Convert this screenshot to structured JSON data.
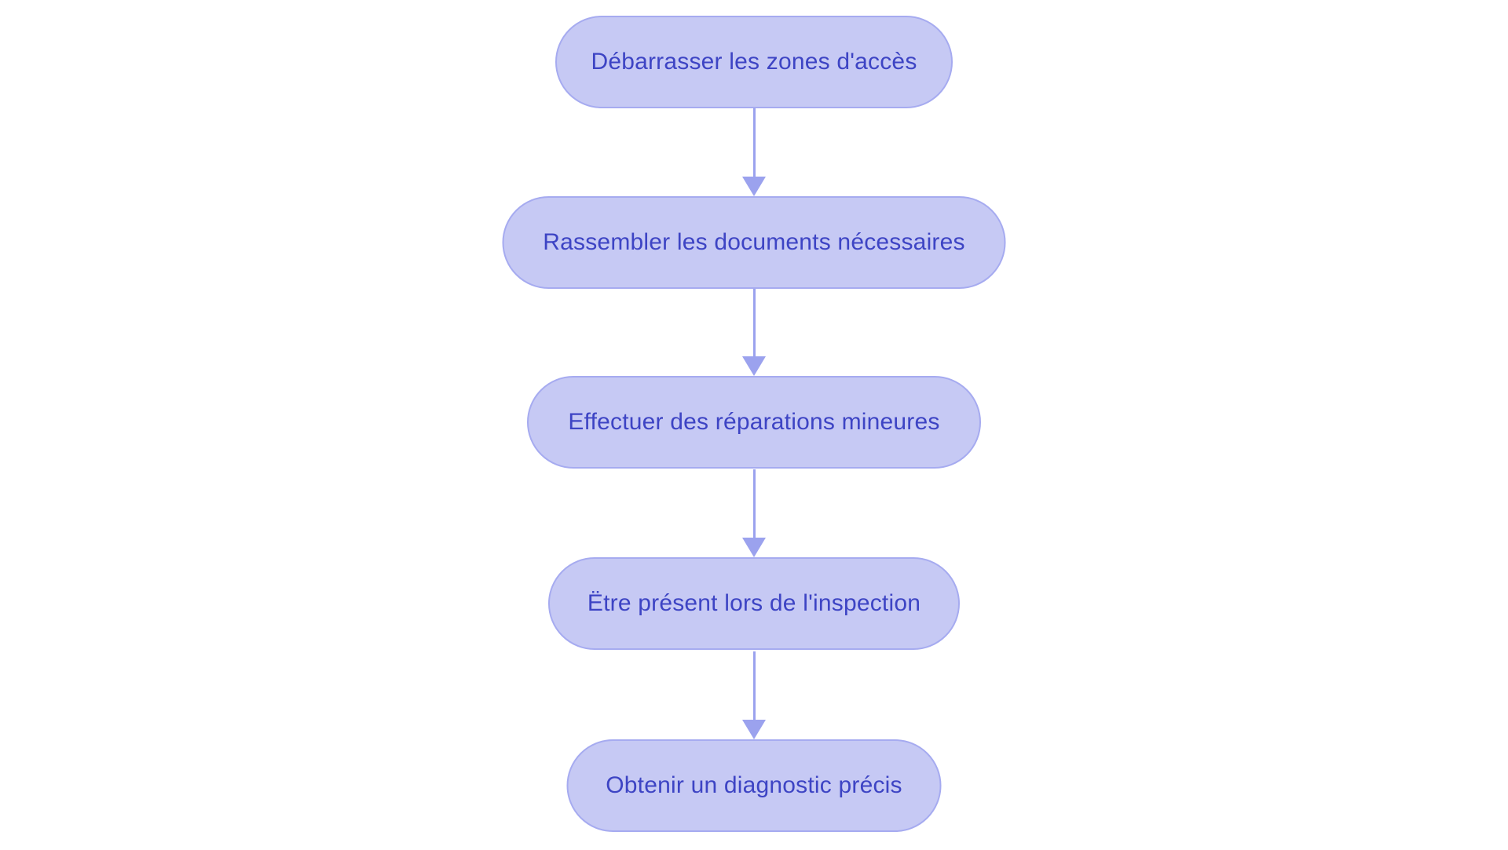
{
  "flowchart": {
    "type": "flowchart",
    "direction": "top-down",
    "background_color": "#ffffff",
    "node_fill_color": "#c6c9f4",
    "node_border_color": "#a6abf0",
    "node_text_color": "#3d44c4",
    "arrow_color": "#9ba2ee",
    "nodes": [
      {
        "id": 1,
        "label": "Débarrasser les zones d'accès"
      },
      {
        "id": 2,
        "label": "Rassembler les documents nécessaires"
      },
      {
        "id": 3,
        "label": "Effectuer des réparations mineures"
      },
      {
        "id": 4,
        "label": "Ëtre présent lors de l'inspection"
      },
      {
        "id": 5,
        "label": "Obtenir un diagnostic précis"
      }
    ],
    "connections": [
      {
        "from": 1,
        "to": 2
      },
      {
        "from": 2,
        "to": 3
      },
      {
        "from": 3,
        "to": 4
      },
      {
        "from": 4,
        "to": 5
      }
    ]
  }
}
